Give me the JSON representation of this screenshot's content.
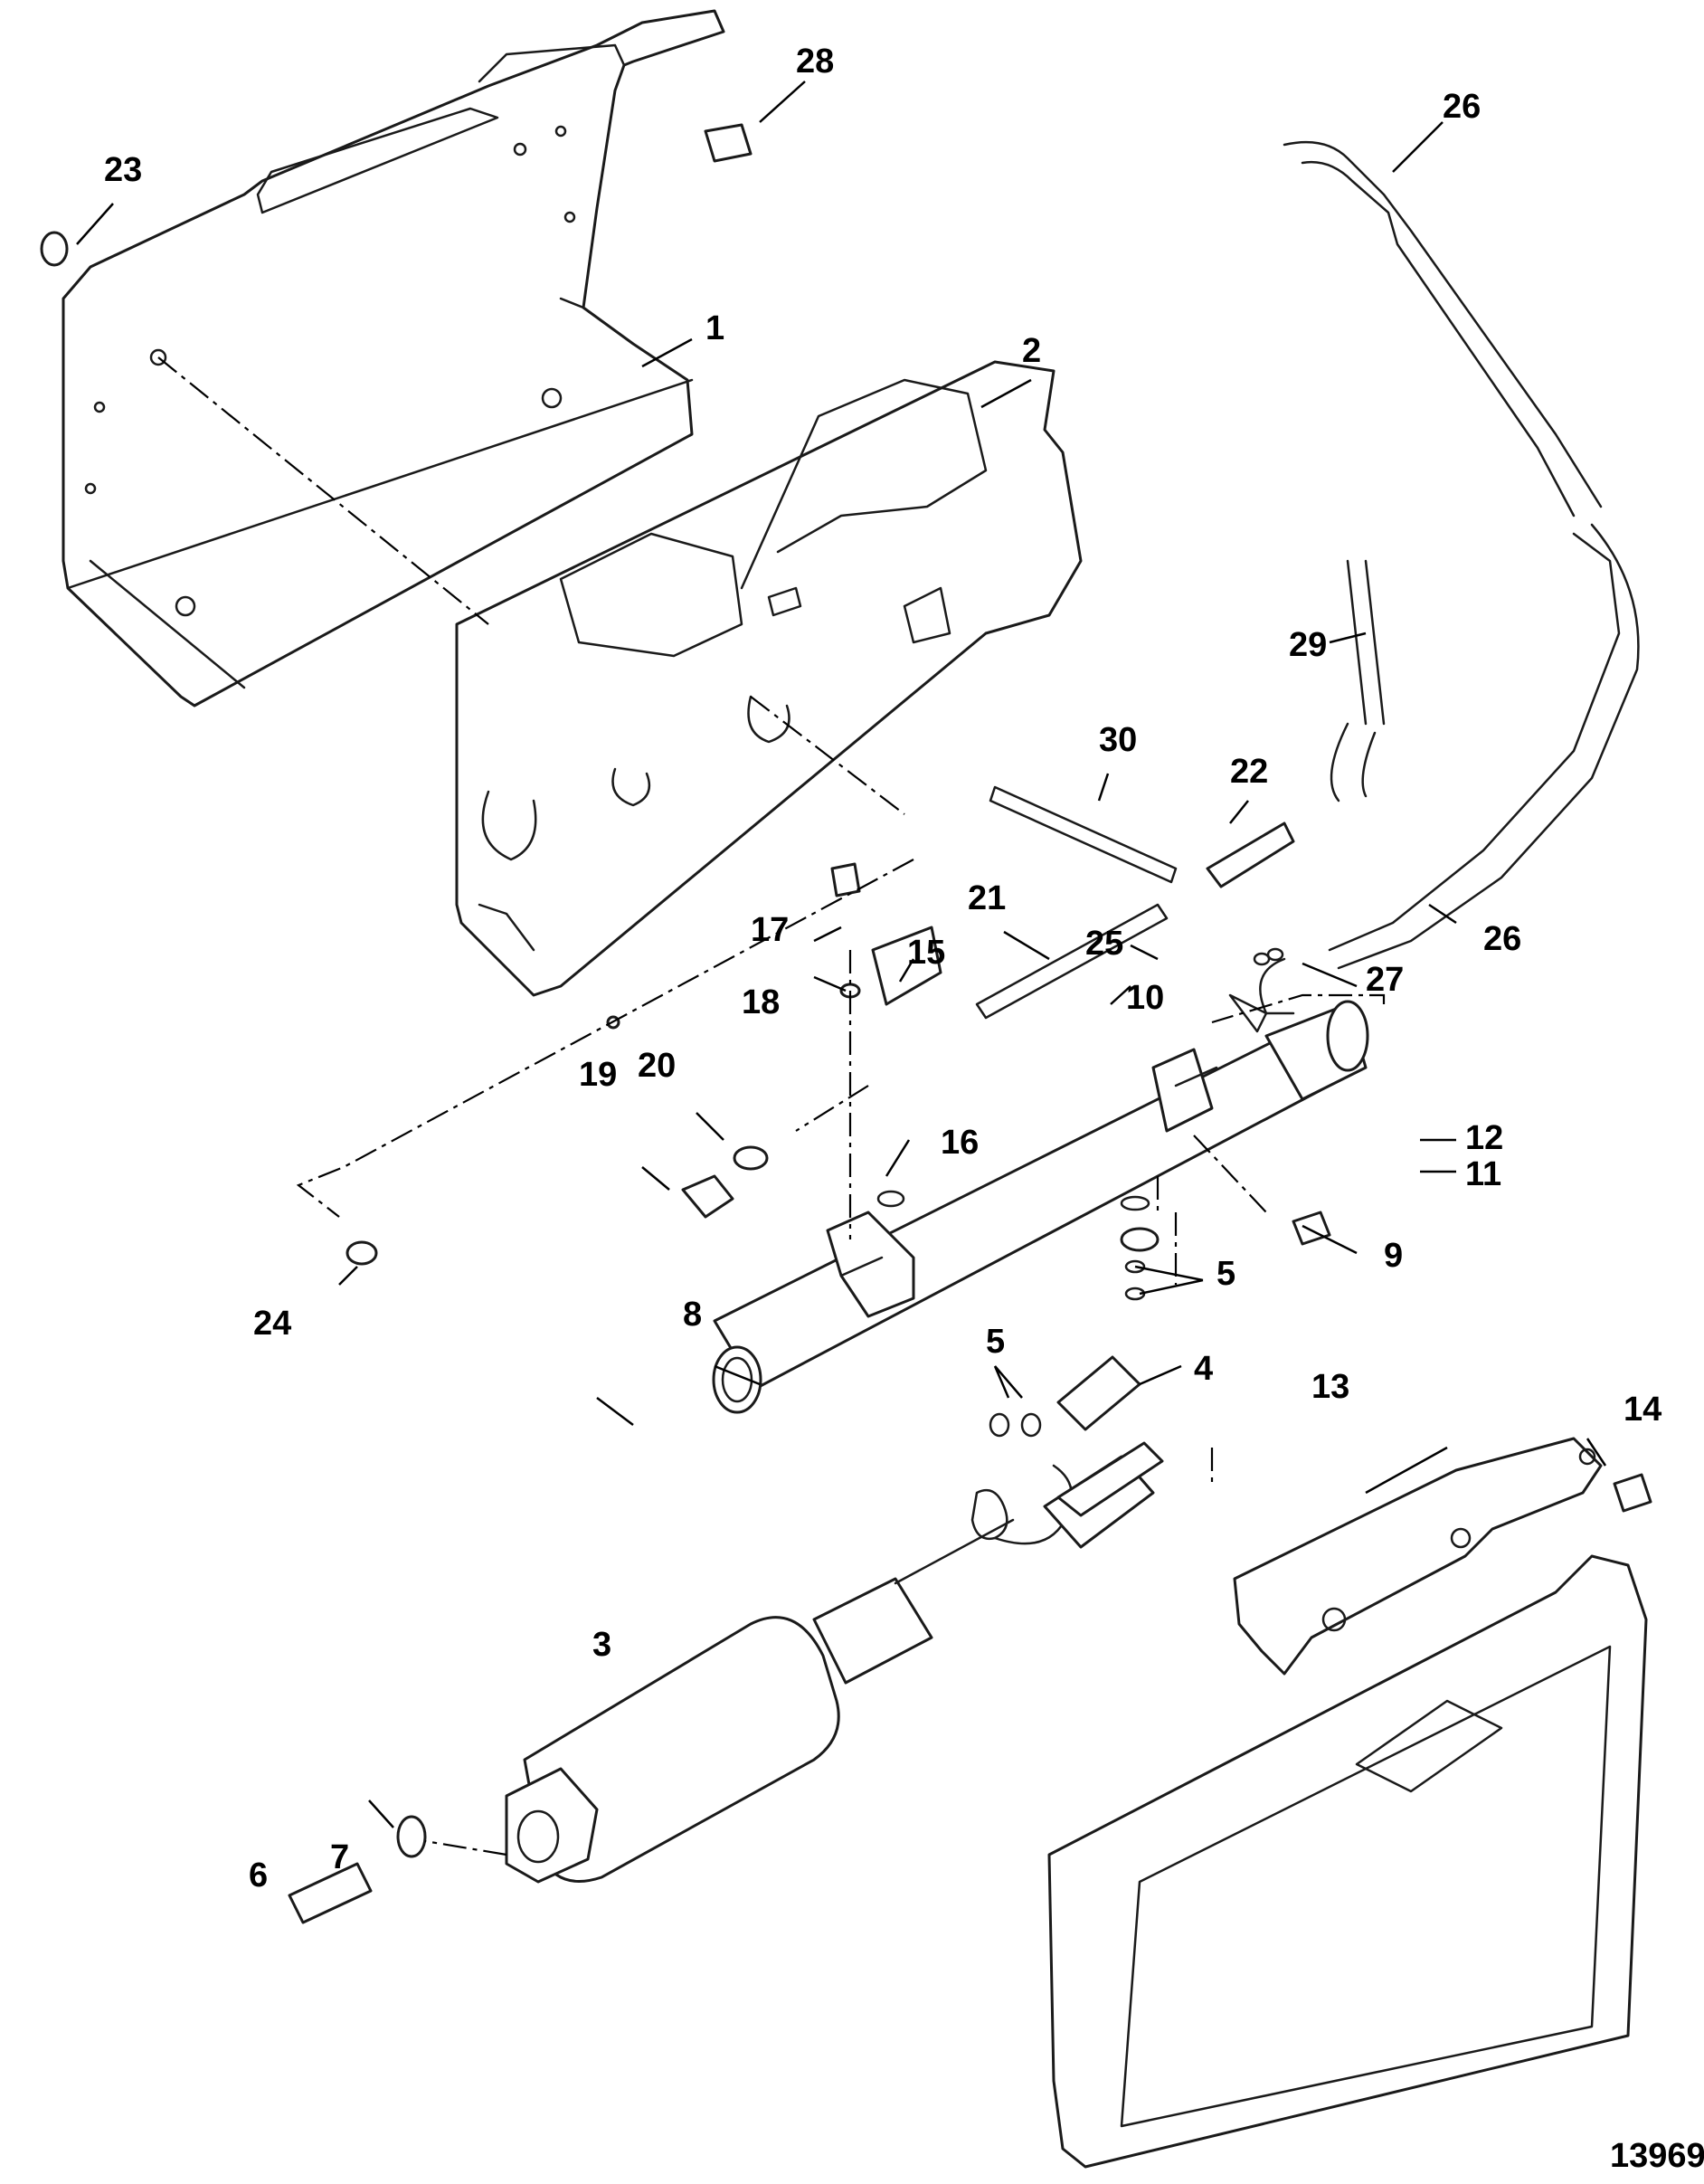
{
  "figure_number": "13969",
  "callouts": {
    "c1": "1",
    "c2": "2",
    "c3": "3",
    "c4": "4",
    "c5a": "5",
    "c5b": "5",
    "c6": "6",
    "c7": "7",
    "c8": "8",
    "c9": "9",
    "c10": "10",
    "c11": "11",
    "c12": "12",
    "c13": "13",
    "c14": "14",
    "c15": "15",
    "c16": "16",
    "c17": "17",
    "c18": "18",
    "c19": "19",
    "c20": "20",
    "c21": "21",
    "c22": "22",
    "c23": "23",
    "c24": "24",
    "c25": "25",
    "c26a": "26",
    "c26b": "26",
    "c27": "27",
    "c28": "28",
    "c29": "29",
    "c30": "30"
  }
}
